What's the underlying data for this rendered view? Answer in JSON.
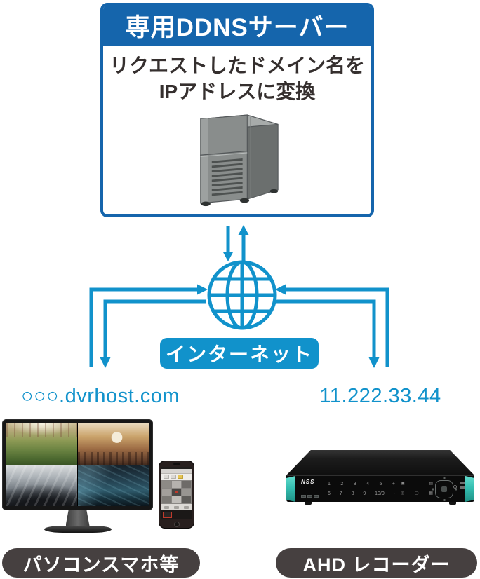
{
  "colors": {
    "box_blue": "#1565ac",
    "flow_blue": "#1192cb",
    "pill_dark": "#464040",
    "teal_accent": "#35beb1"
  },
  "server_box": {
    "title": "専用DDNSサーバー",
    "desc_line1": "リクエストしたドメイン名を",
    "desc_line2": "IPアドレスに変換"
  },
  "internet": {
    "label": "インターネット"
  },
  "left_branch": {
    "address": "○○○.dvrhost.com",
    "device_caption": "パソコンスマホ等"
  },
  "right_branch": {
    "address": "11.222.33.44",
    "device_caption": "AHD レコーダー"
  },
  "recorder": {
    "brand": "NSS",
    "row1": [
      "1",
      "2",
      "3",
      "4",
      "5",
      "+"
    ],
    "row2": [
      "6",
      "7",
      "8",
      "9",
      "10/0",
      "-"
    ]
  }
}
